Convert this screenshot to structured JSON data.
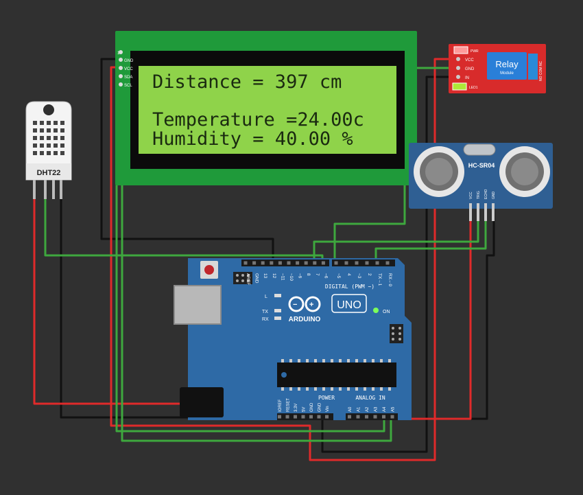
{
  "lcd": {
    "line1": "Distance = 397 cm",
    "line2": "Temperature =24.00c",
    "line3": "Humidity = 40.00 %",
    "pins": [
      "1",
      "GND",
      "VCC",
      "SDA",
      "SCL"
    ]
  },
  "dht": {
    "label": "DHT22"
  },
  "relay": {
    "title": "Relay",
    "subtitle": "Module",
    "pins": [
      "VCC",
      "GND",
      "IN"
    ],
    "led_labels": [
      "PWR",
      "LED1"
    ],
    "contacts_label": "NO COM NC"
  },
  "ultrasonic": {
    "label": "HC-SR04",
    "pins": [
      "VCC",
      "TRIG",
      "ECHO",
      "GND"
    ]
  },
  "arduino": {
    "brand": "ARDUINO",
    "model": "UNO",
    "on_label": "ON",
    "digital_label": "DIGITAL (PWM ~)",
    "digital_pins": [
      "AREF",
      "GND",
      "13",
      "12",
      "~11",
      "~10",
      "~9",
      "8",
      "7",
      "~6",
      "~5",
      "4",
      "~3",
      "2",
      "TX→1",
      "RX←0"
    ],
    "led_labels": [
      "L",
      "TX",
      "RX"
    ],
    "power_label": "POWER",
    "power_pins": [
      "IOREF",
      "RESET",
      "3.3V",
      "5V",
      "GND",
      "GND",
      "Vin"
    ],
    "analog_label": "ANALOG IN",
    "analog_pins": [
      "A0",
      "A1",
      "A2",
      "A3",
      "A4",
      "A5"
    ]
  },
  "colors": {
    "background": "#303030",
    "wire_red": "#e02a2a",
    "wire_green": "#3ea83e",
    "wire_black": "#111111",
    "lcd_board": "#1f9a3a",
    "lcd_screen": "#8fd34a",
    "arduino_board": "#2e6aa6",
    "relay_board": "#d82b2b",
    "ultrasonic_board": "#2f5f93"
  }
}
